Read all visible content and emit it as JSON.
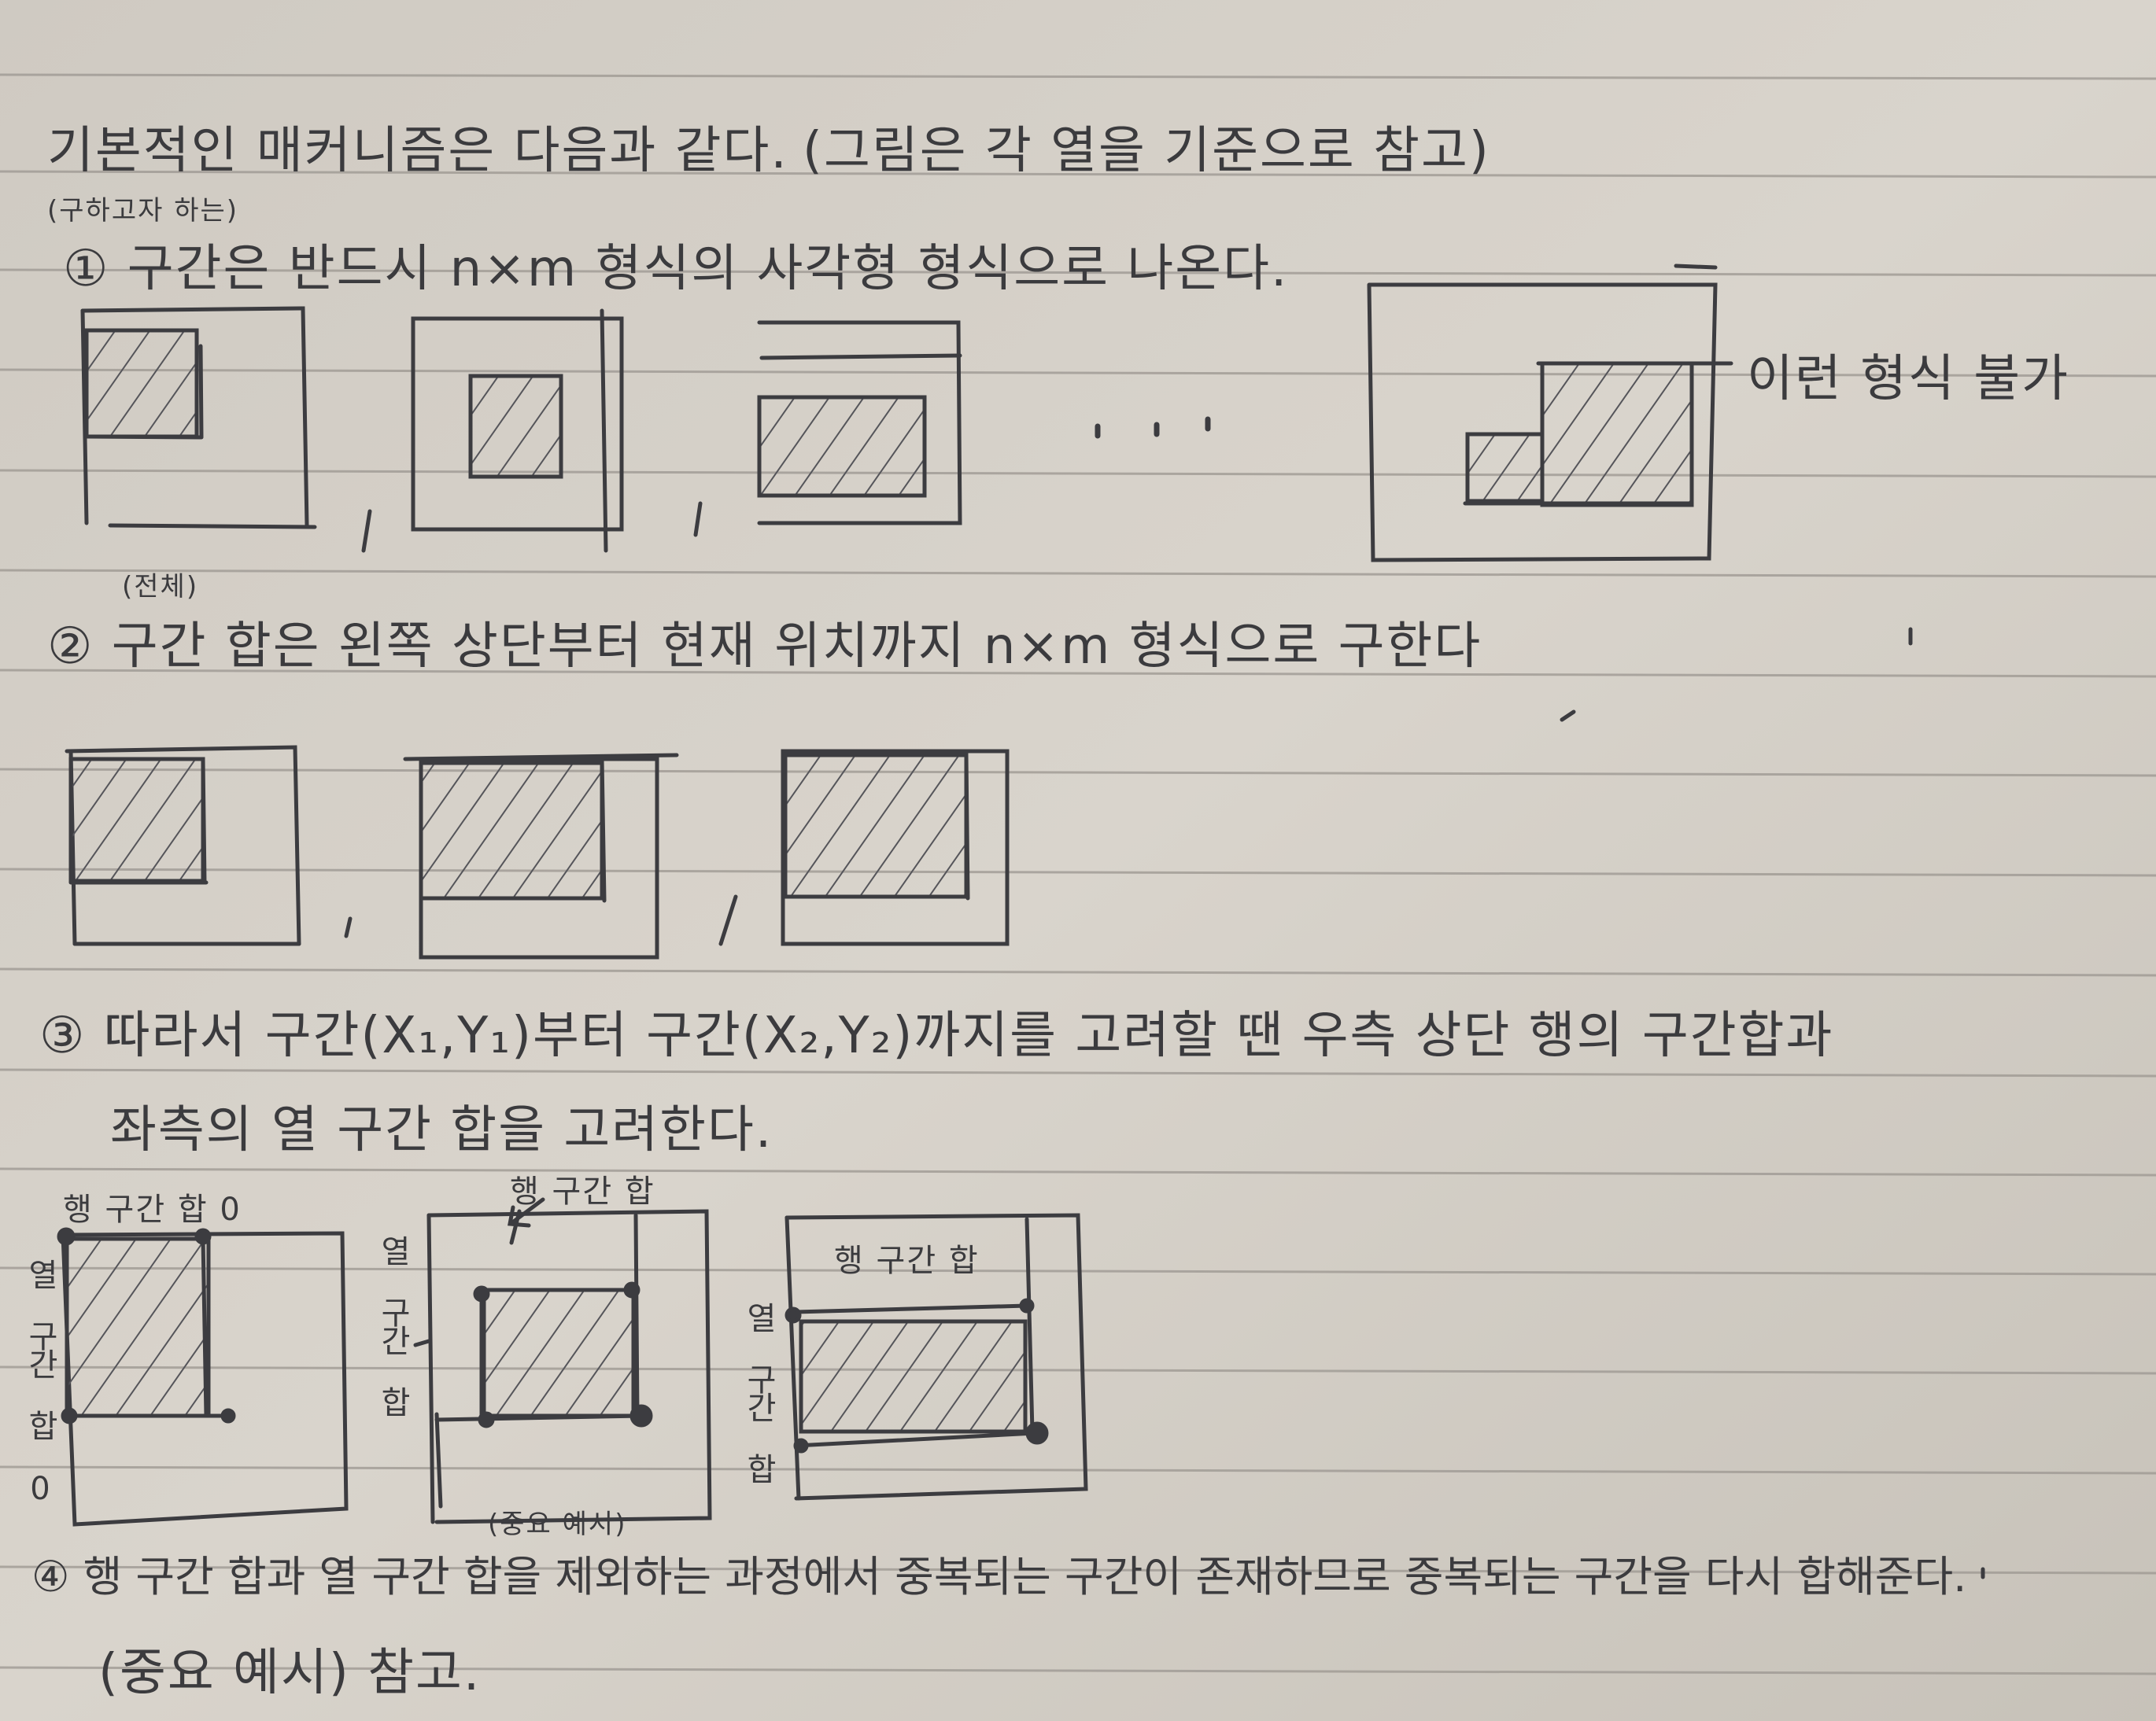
{
  "heading": {
    "text": "기본적인 매커니즘은 다음과 같다.",
    "note": "(그림은 각 열을 기준으로 참고)"
  },
  "step1": {
    "prefix": "(구하고자 하는)",
    "text": "① 구간은 반드시 n×m 형식의 사각형 형식으로 나온다.",
    "caption_whole": "(전체)",
    "ellipsis": ". . .",
    "invalid_label": "이런 형식 불가"
  },
  "step2": {
    "text": "② 구간 합은 왼쪽 상단부터 현재 위치까지 n×m 형식으로 구한다"
  },
  "step3": {
    "line1": "③ 따라서 구간(X₁,Y₁)부터 구간(X₂,Y₂)까지를 고려할 땐 우측 상단 행의 구간합과",
    "line2": "좌측의 열 구간 합을 고려한다.",
    "labels": {
      "row_zero": "행 구간 합 0",
      "col_zero": "열 구간 합 0",
      "row_sum": "행 구간 합",
      "col_sum": "열 구간 합",
      "important": "(중요 예시)"
    }
  },
  "step4": {
    "line1": "④ 행 구간 합과 열 구간 합을 제외하는 과정에서 중복되는 구간이 존재하므로 중복되는 구간을 다시 합해준다.",
    "line2": "(중요 예시) 참고."
  }
}
